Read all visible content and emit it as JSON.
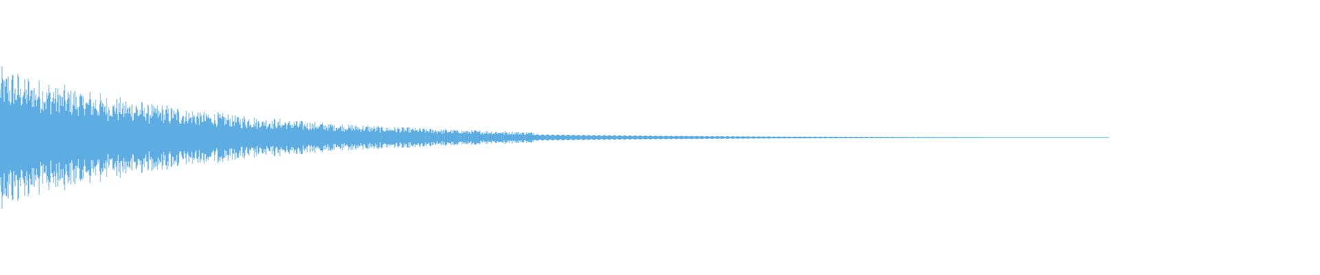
{
  "waveform": {
    "color": "#5dade2",
    "background": "#ffffff",
    "peak_amplitude": 1.0,
    "decay_end_fraction": 0.84,
    "dense_section_end_fraction": 0.4,
    "sparse_tail_end_fraction": 0.84
  }
}
